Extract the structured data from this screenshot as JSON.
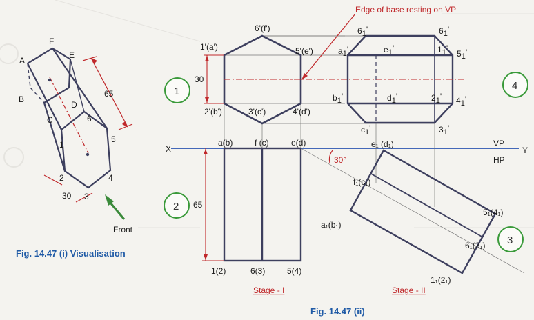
{
  "figure": {
    "annotation": "Edge of base resting on VP",
    "captions": {
      "visualisation": "Fig. 14.47 (i) Visualisation",
      "main": "Fig. 14.47 (ii)"
    },
    "stages": {
      "stage1": "Stage - I",
      "stage2": "Stage - II"
    },
    "circle_numbers": [
      "1",
      "2",
      "3",
      "4"
    ],
    "xy_line": {
      "x": "X",
      "y": "Y",
      "vp": "VP",
      "hp": "HP"
    },
    "dims": {
      "d30": "30",
      "d65": "65",
      "angle": "30°"
    },
    "iso": {
      "A": "A",
      "F": "F",
      "E": "E",
      "B": "B",
      "C": "C",
      "D": "D",
      "p1": "1",
      "p2": "2",
      "p3": "3",
      "p4": "4",
      "p5": "5",
      "p6": "6",
      "d65": "65",
      "d30": "30",
      "front": "Front"
    },
    "stage1": {
      "t6f": "6'(f')",
      "t1a": "1'(a')",
      "t5e": "5'(e')",
      "t2b": "2'(b')",
      "t3c": "3'(c')",
      "t4d": "4'(d')",
      "ab": "a(b)",
      "fc": "f (c)",
      "ed": "e(d)",
      "b12": "1(2)",
      "b63": "6(3)",
      "b54": "5(4)"
    },
    "stage2": {
      "f6": "6",
      "f6s": "1",
      "f6p": "'",
      "r6": "6",
      "r6s": "1",
      "r6p": "'",
      "a": "a",
      "as": "1",
      "ap": "'",
      "e": "e",
      "es": "1",
      "ep": "'",
      "p1": "1",
      "p1s": "1",
      "p1p": "'",
      "p5": "5",
      "p5s": "1",
      "p5p": "'",
      "b": "b",
      "bs": "1",
      "bp": "'",
      "d": "d",
      "ds": "1",
      "dp": "'",
      "p2": "2",
      "p2s": "1",
      "p2p": "'",
      "p4": "4",
      "p4s": "1",
      "p4p": "'",
      "c": "c",
      "cs": "1",
      "cp": "'",
      "p3": "3",
      "p3s": "1",
      "p3p": "'"
    },
    "stage3": {
      "e1d1": "e₁ (d₁)",
      "f1c1": "f₁(c₁)",
      "a1b1": "a₁(b₁)",
      "p5_4": "5₁(4₁)",
      "p6_3": "6₁(3₁)",
      "p1_2": "1₁(2₁)"
    },
    "colors": {
      "accent_red": "#c0282b",
      "caption_blue": "#1f5aa6",
      "circle_green": "#3a9a3a",
      "xy_blue": "#2b55b0"
    }
  }
}
